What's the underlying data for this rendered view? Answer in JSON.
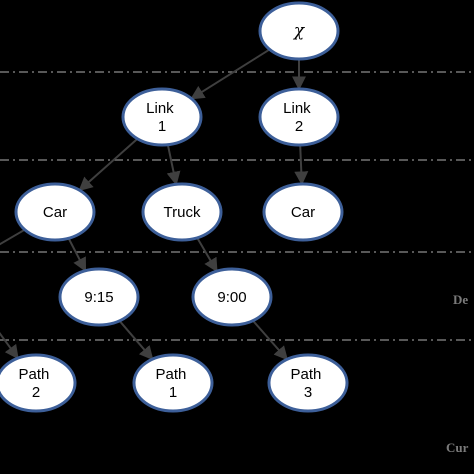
{
  "colors": {
    "background": "#000000",
    "node_fill": "#ffffff",
    "node_border": "#3d5f99",
    "edge": "#3f3f3f",
    "separator": "#8c8c8c",
    "label_text": "#7a7a7a"
  },
  "nodes": {
    "root": [
      "χ"
    ],
    "link1": [
      "Link",
      "1"
    ],
    "link2": [
      "Link",
      "2"
    ],
    "car_left": [
      "Car"
    ],
    "truck": [
      "Truck"
    ],
    "car_right": [
      "Car"
    ],
    "time_915": [
      "9:15"
    ],
    "time_900": [
      "9:00"
    ],
    "path2": [
      "Path",
      "2"
    ],
    "path1": [
      "Path",
      "1"
    ],
    "path3": [
      "Path",
      "3"
    ]
  },
  "edges": [
    [
      "root",
      "link1"
    ],
    [
      "root",
      "link2"
    ],
    [
      "link1",
      "car_left"
    ],
    [
      "link1",
      "truck"
    ],
    [
      "link2",
      "car_right"
    ],
    [
      "car_left",
      "offleft_a"
    ],
    [
      "car_left",
      "time_915"
    ],
    [
      "truck",
      "time_900"
    ],
    [
      "time_915",
      "path1"
    ],
    [
      "time_900",
      "path3"
    ],
    [
      "offleft_b",
      "path2"
    ]
  ],
  "level_labels": {
    "right_1": "De",
    "right_2": "Cur"
  }
}
